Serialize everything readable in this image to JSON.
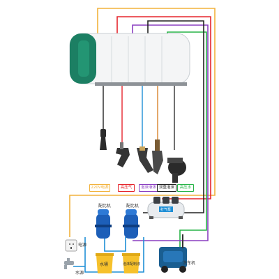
{
  "colors": {
    "power": "#f2b23c",
    "high_pressure_air": "#e5252c",
    "foam": "#8a3fc1",
    "water": "#1f8fd6",
    "green": "#27b447",
    "black": "#222222",
    "reel_green": "#1c7f63"
  },
  "legend": [
    {
      "label": "220V电源",
      "color": "#f2b23c"
    },
    {
      "label": "高压气",
      "color": "#e5252c"
    },
    {
      "label": "泡沫液体",
      "color": "#8a3fc1"
    },
    {
      "label": "双重泡沫",
      "color": "#222222"
    },
    {
      "label": "高压水",
      "color": "#27b447"
    }
  ],
  "labels": {
    "dosing_pump_left": "配比机",
    "dosing_pump_right": "配比机",
    "compressor": "打气泵",
    "bucket_water": "水桶",
    "bucket_foam": "泡沫配制液",
    "pressure_washer": "洗车机",
    "power_outlet": "电源",
    "water_source": "水源"
  },
  "icons": {
    "reel_unit": "hose-reel-unit",
    "vacuum_nozzle": "vacuum-nozzle-icon",
    "air_blow_gun": "air-blow-gun-icon",
    "foam_gun": "foam-gun-icon",
    "spray_gun": "spray-gun-icon",
    "compressor": "air-compressor-icon",
    "dosing_pump": "dosing-pump-icon",
    "washer": "pressure-washer-icon",
    "outlet": "power-outlet-icon",
    "faucet": "water-faucet-icon"
  }
}
